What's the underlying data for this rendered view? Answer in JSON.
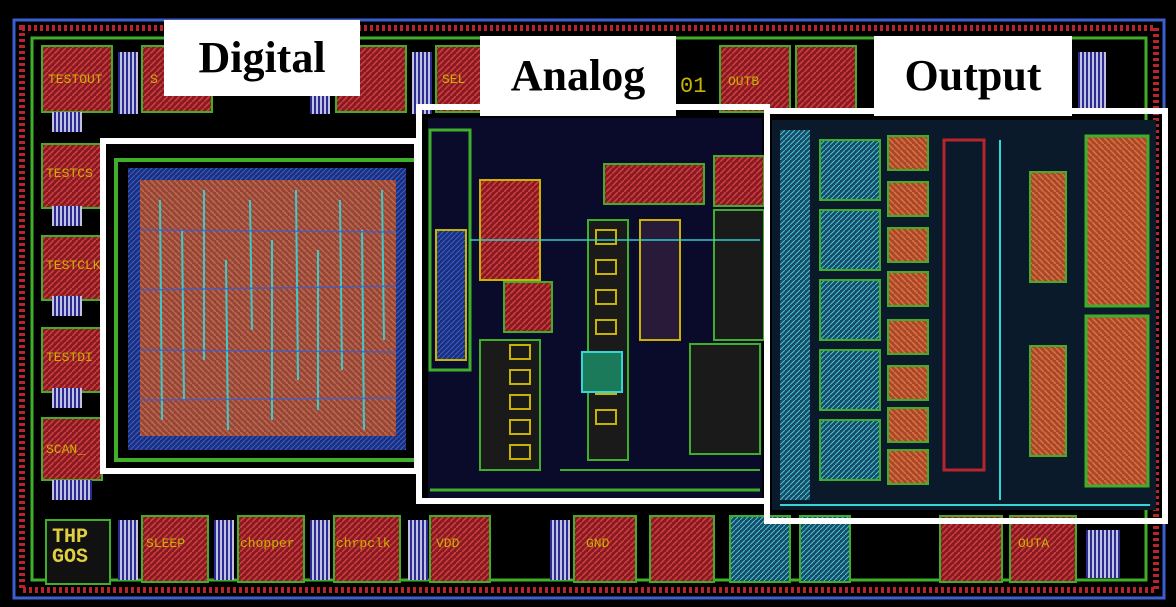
{
  "labels": {
    "digital": "Digital",
    "analog": "Analog",
    "output": "Output"
  },
  "pad_names": {
    "top_left_1": "TESTOUT",
    "top_2": "S",
    "top_3": "SEL",
    "top_4": "OUTB",
    "top_5": "01",
    "left_1": "TESTCS",
    "left_2": "TESTCLK",
    "left_3": "TESTDI",
    "left_4": "SCAN_",
    "bottom_1": "SLEEP",
    "bottom_2": "chopper",
    "bottom_3": "chrpclk",
    "bottom_4": "VDD",
    "bottom_5": "GND",
    "bottom_6": "OUTA",
    "logo": "THP GOS"
  },
  "colors": {
    "background": "#000000",
    "ring": "#1a3a8c",
    "pad_red": "#b8242c",
    "metal_green": "#3fae2a",
    "metal_cyan": "#35d6d6",
    "poly_orange": "#c8552a",
    "frame_white": "#ffffff"
  }
}
